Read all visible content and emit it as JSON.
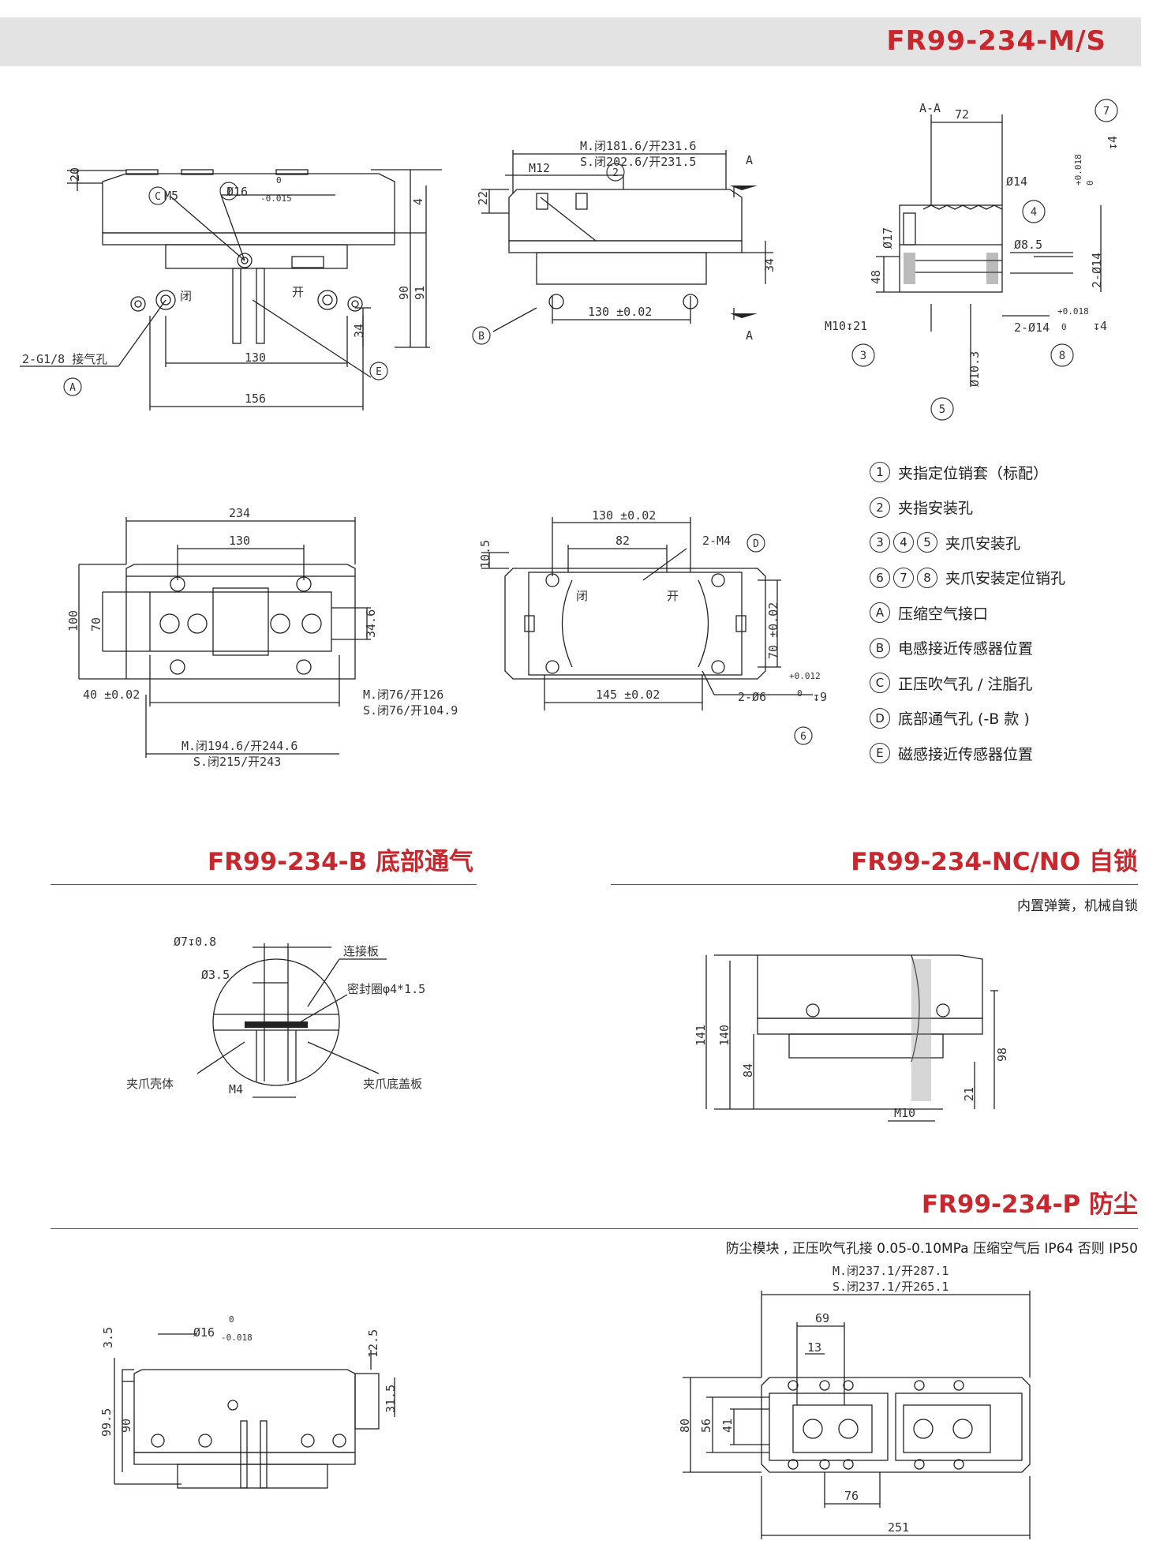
{
  "header": {
    "title": "FR99-234-M/S"
  },
  "legend": [
    {
      "badges": [
        "1"
      ],
      "text": "夹指定位销套（标配）"
    },
    {
      "badges": [
        "2"
      ],
      "text": "夹指安装孔"
    },
    {
      "badges": [
        "3",
        "4",
        "5"
      ],
      "text": "夹爪安装孔"
    },
    {
      "badges": [
        "6",
        "7",
        "8"
      ],
      "text": "夹爪安装定位销孔"
    },
    {
      "badges": [
        "A"
      ],
      "text": "压缩空气接口"
    },
    {
      "badges": [
        "B"
      ],
      "text": "电感接近传感器位置"
    },
    {
      "badges": [
        "C"
      ],
      "text": "正压吹气孔 / 注脂孔"
    },
    {
      "badges": [
        "D"
      ],
      "text": "底部通气孔 (-B 款 )"
    },
    {
      "badges": [
        "E"
      ],
      "text": "磁感接近传感器位置"
    }
  ],
  "sections": {
    "b": {
      "title": "FR99-234-B 底部通气"
    },
    "nc": {
      "title": "FR99-234-NC/NO 自锁",
      "subtitle": "内置弹簧，机械自锁"
    },
    "p": {
      "title": "FR99-234-P 防尘",
      "subtitle": "防尘模块 , 正压吹气孔接 0.05-0.10MPa 压缩空气后 IP64 否则 IP50"
    }
  },
  "drawings": {
    "front": {
      "d20": "20",
      "m5": "M5",
      "c": "C",
      "n1": "1",
      "dia": "Ø16",
      "tol_up": "0",
      "tol_dn": "-0.015",
      "d4": "4",
      "d90": "90",
      "d91": "91",
      "d34": "34",
      "bi": "闭",
      "kai": "开",
      "port": "2-G1/8 接气孔",
      "a": "A",
      "d130": "130",
      "d156": "156",
      "e": "E"
    },
    "side": {
      "m1": "M.闭181.6/开231.6",
      "s1": "S.闭202.6/开231.5",
      "m12": "M12",
      "n2": "2",
      "arrow": "A",
      "d22": "22",
      "b": "B",
      "d34": "34",
      "d130": "130 ±0.02"
    },
    "section_aa": {
      "title": "A-A",
      "d72": "72",
      "d14": "Ø14",
      "n4": "4",
      "d17": "Ø17",
      "d85": "Ø8.5",
      "d48": "48",
      "m10": "M10↧21",
      "d2x14": "2-Ø14",
      "tol_up": "+0.018",
      "tol_dn": "0",
      "v4": "↧4",
      "n3": "3",
      "n8": "8",
      "d103": "Ø10.3",
      "n5": "5",
      "n7": "7",
      "vert": "2-Ø14",
      "vtol_up": "+0.018",
      "vtol_dn": "0",
      "vv4": "↧4"
    },
    "top": {
      "d234": "234",
      "d130": "130",
      "d100": "100",
      "d70": "70",
      "d346": "34.6",
      "d40": "40 ±0.02",
      "m": "M.闭76/开126",
      "s": "S.闭76/开104.9",
      "m2": "M.闭194.6/开244.6",
      "s2": "S.闭215/开243"
    },
    "bottom": {
      "d130": "130 ±0.02",
      "d82": "82",
      "d105": "10.5",
      "m4": "2-M4",
      "d": "D",
      "d70": "70 ±0.02",
      "bi": "闭",
      "kai": "开",
      "d145": "145 ±0.02",
      "pin": "2-Ø6",
      "tol_up": "+0.012",
      "tol_dn": "0",
      "v9": "↧9",
      "n6": "6"
    },
    "b_detail": {
      "d7": "Ø7↧0.8",
      "d35": "Ø3.5",
      "plate": "连接板",
      "seal": "密封圈φ4*1.5",
      "shell": "夹爪壳体",
      "m4": "M4",
      "cover": "夹爪底盖板"
    },
    "nc_view": {
      "d141": "141",
      "d140": "140",
      "d84": "84",
      "d98": "98",
      "d21": "21",
      "m10": "M10"
    },
    "p_front": {
      "d35": "3.5",
      "dia": "Ø16",
      "tol_up": "0",
      "tol_dn": "-0.018",
      "d125": "12.5",
      "d315": "31.5",
      "d995": "99.5",
      "d90": "90"
    },
    "p_top": {
      "m": "M.闭237.1/开287.1",
      "s": "S.闭237.1/开265.1",
      "d69": "69",
      "d13": "13",
      "d80": "80",
      "d56": "56",
      "d41": "41",
      "d76": "76",
      "d251": "251"
    }
  }
}
